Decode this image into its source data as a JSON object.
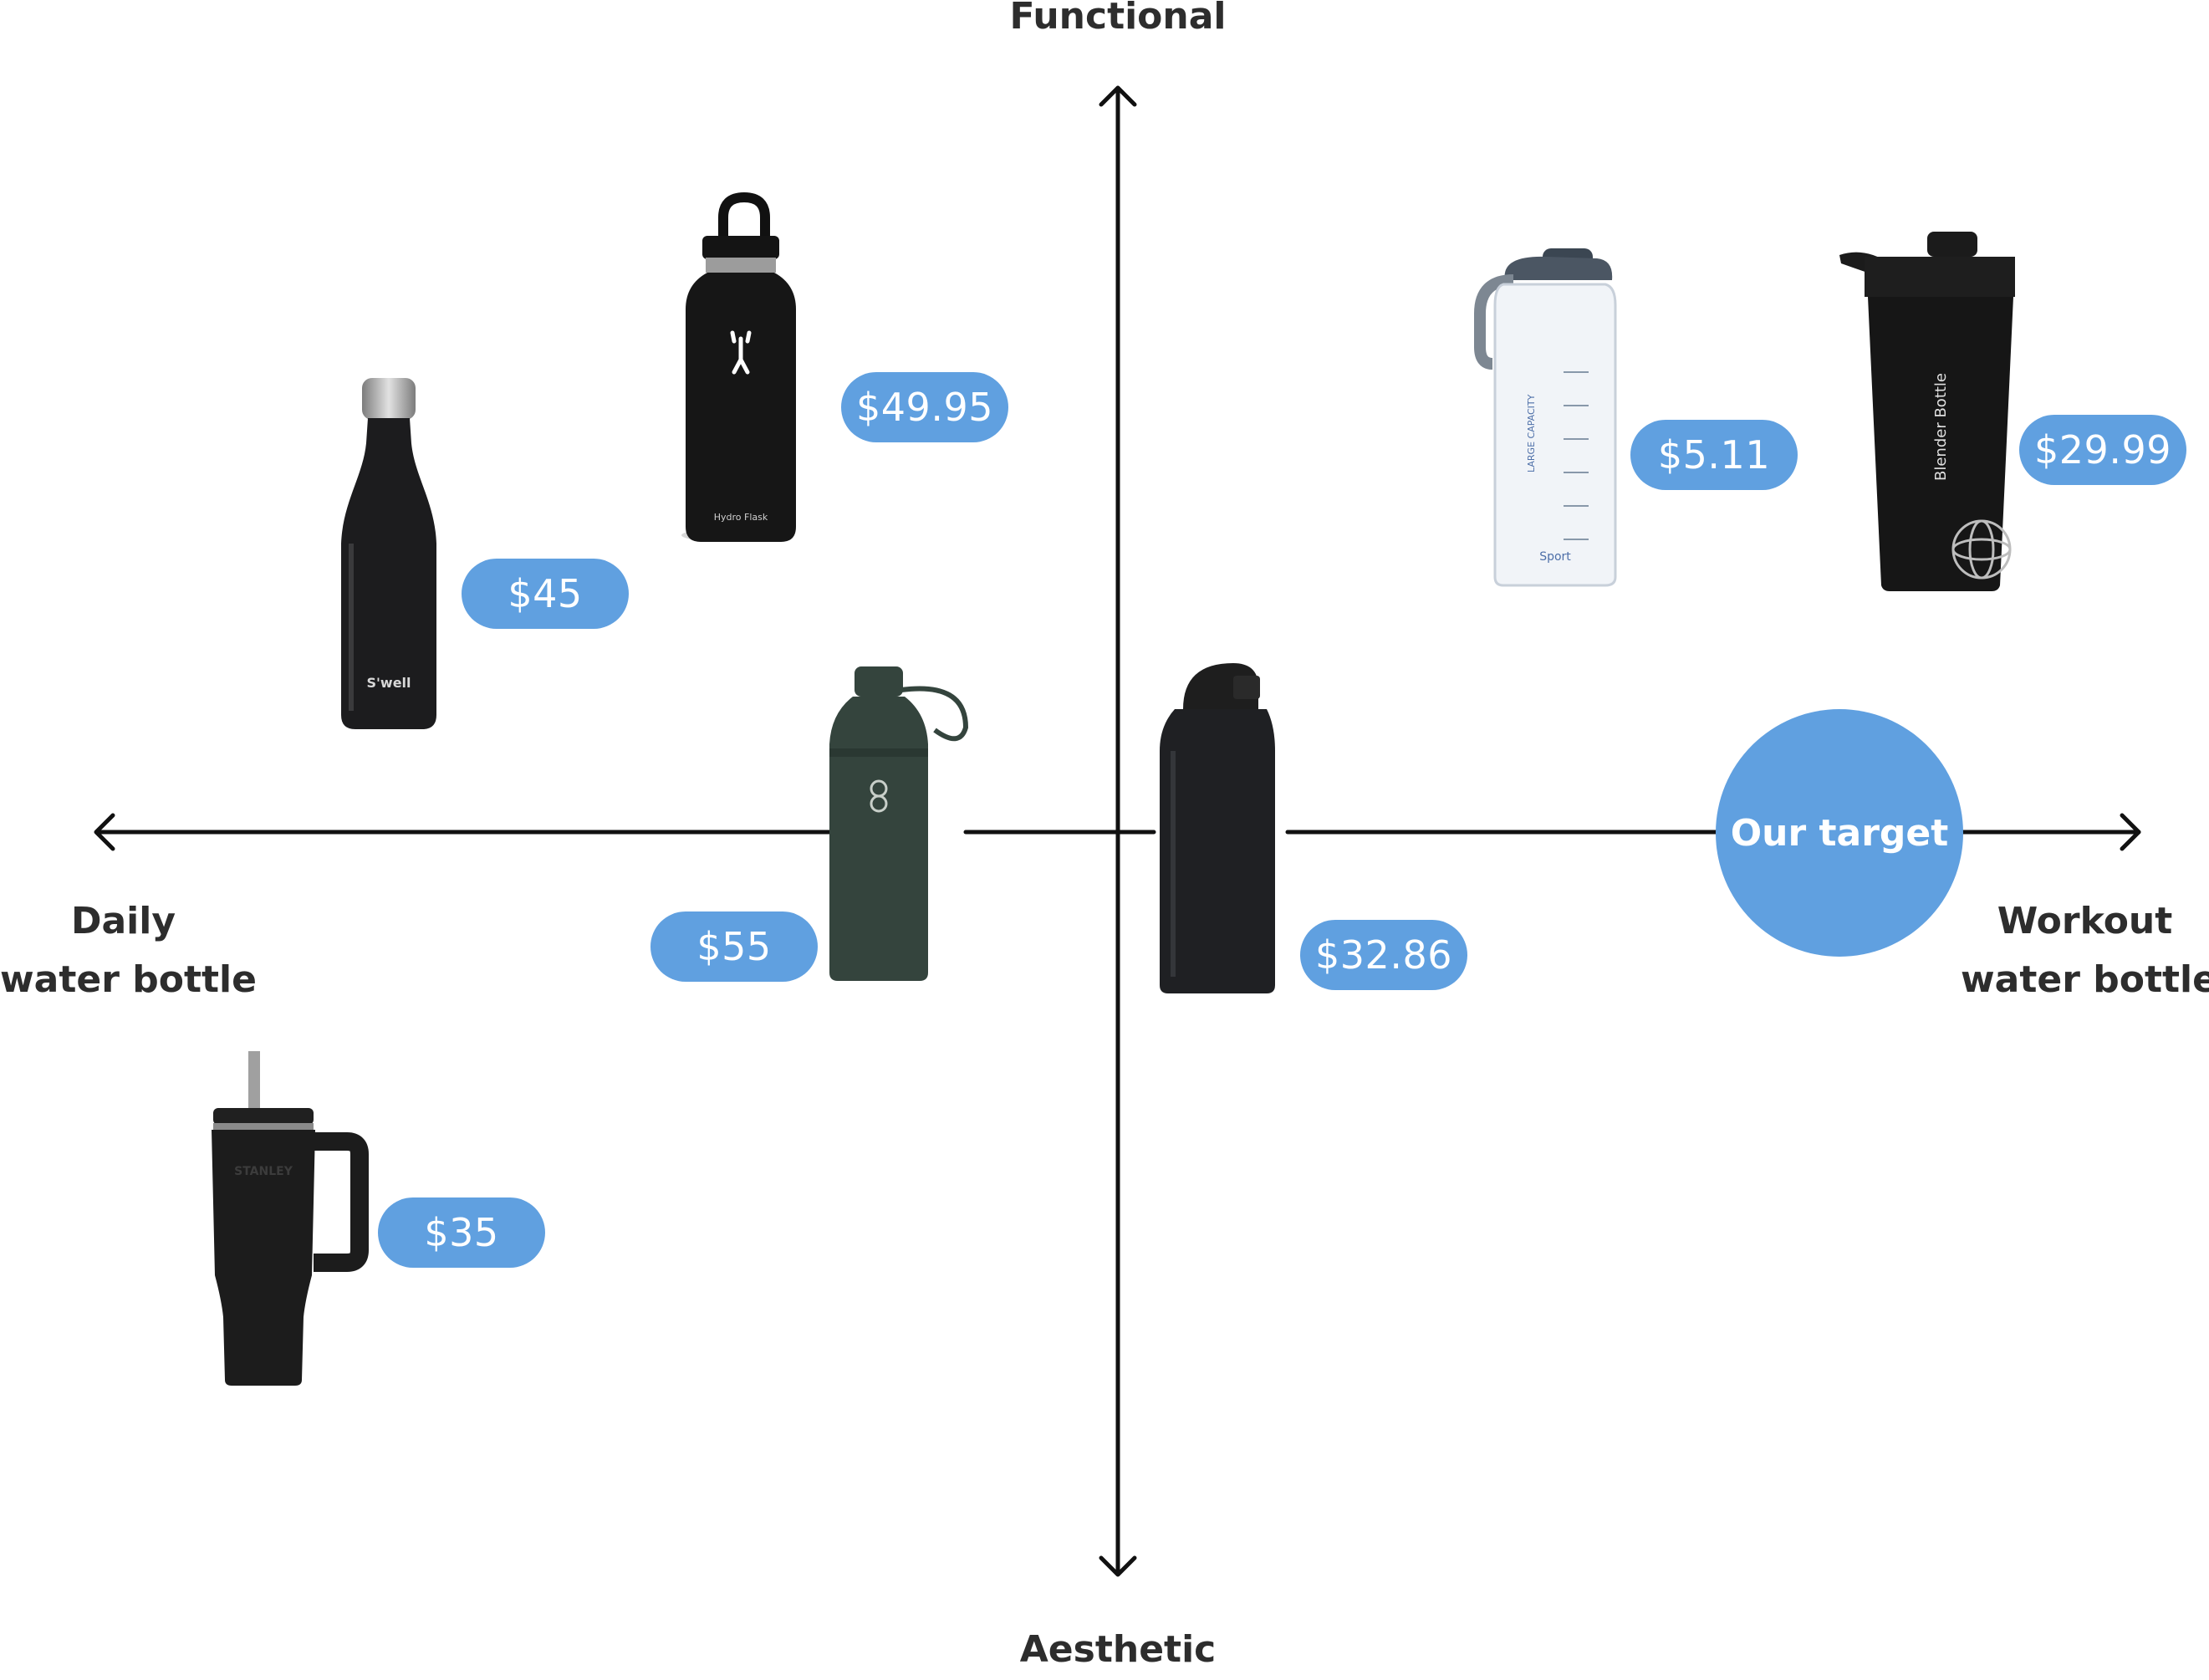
{
  "axes": {
    "top": "Functional",
    "bottom": "Aesthetic",
    "left_line1": "Daily",
    "left_line2": "water bottle",
    "right_line1": "Workout",
    "right_line2": "water bottle"
  },
  "colors": {
    "accent": "#60a0e0",
    "axis": "#111111",
    "label_text": "#2d2d2d",
    "bottle_black": "#1b1b1b",
    "bottle_green": "#34443d"
  },
  "products": [
    {
      "id": "swell",
      "icon": "swell-bottle-icon",
      "price": "$45",
      "brand_mark": "S'well"
    },
    {
      "id": "hydroflask",
      "icon": "hydro-flask-bottle-icon",
      "price": "$49.95",
      "brand_mark": "Hydro Flask"
    },
    {
      "id": "ocean",
      "icon": "ocean-bottle-icon",
      "price": "$55"
    },
    {
      "id": "stanley",
      "icon": "stanley-tumbler-icon",
      "price": "$35",
      "brand_mark": "STANLEY"
    },
    {
      "id": "owala",
      "icon": "owala-bottle-icon",
      "price": "$32.86"
    },
    {
      "id": "sport",
      "icon": "clear-sport-bottle-icon",
      "price": "$5.11",
      "brand_mark": "Sport",
      "side_text": "LARGE CAPACITY"
    },
    {
      "id": "blender",
      "icon": "blender-bottle-shaker-icon",
      "price": "$29.99",
      "brand_mark": "Blender Bottle"
    }
  ],
  "target": {
    "label": "Our target"
  }
}
